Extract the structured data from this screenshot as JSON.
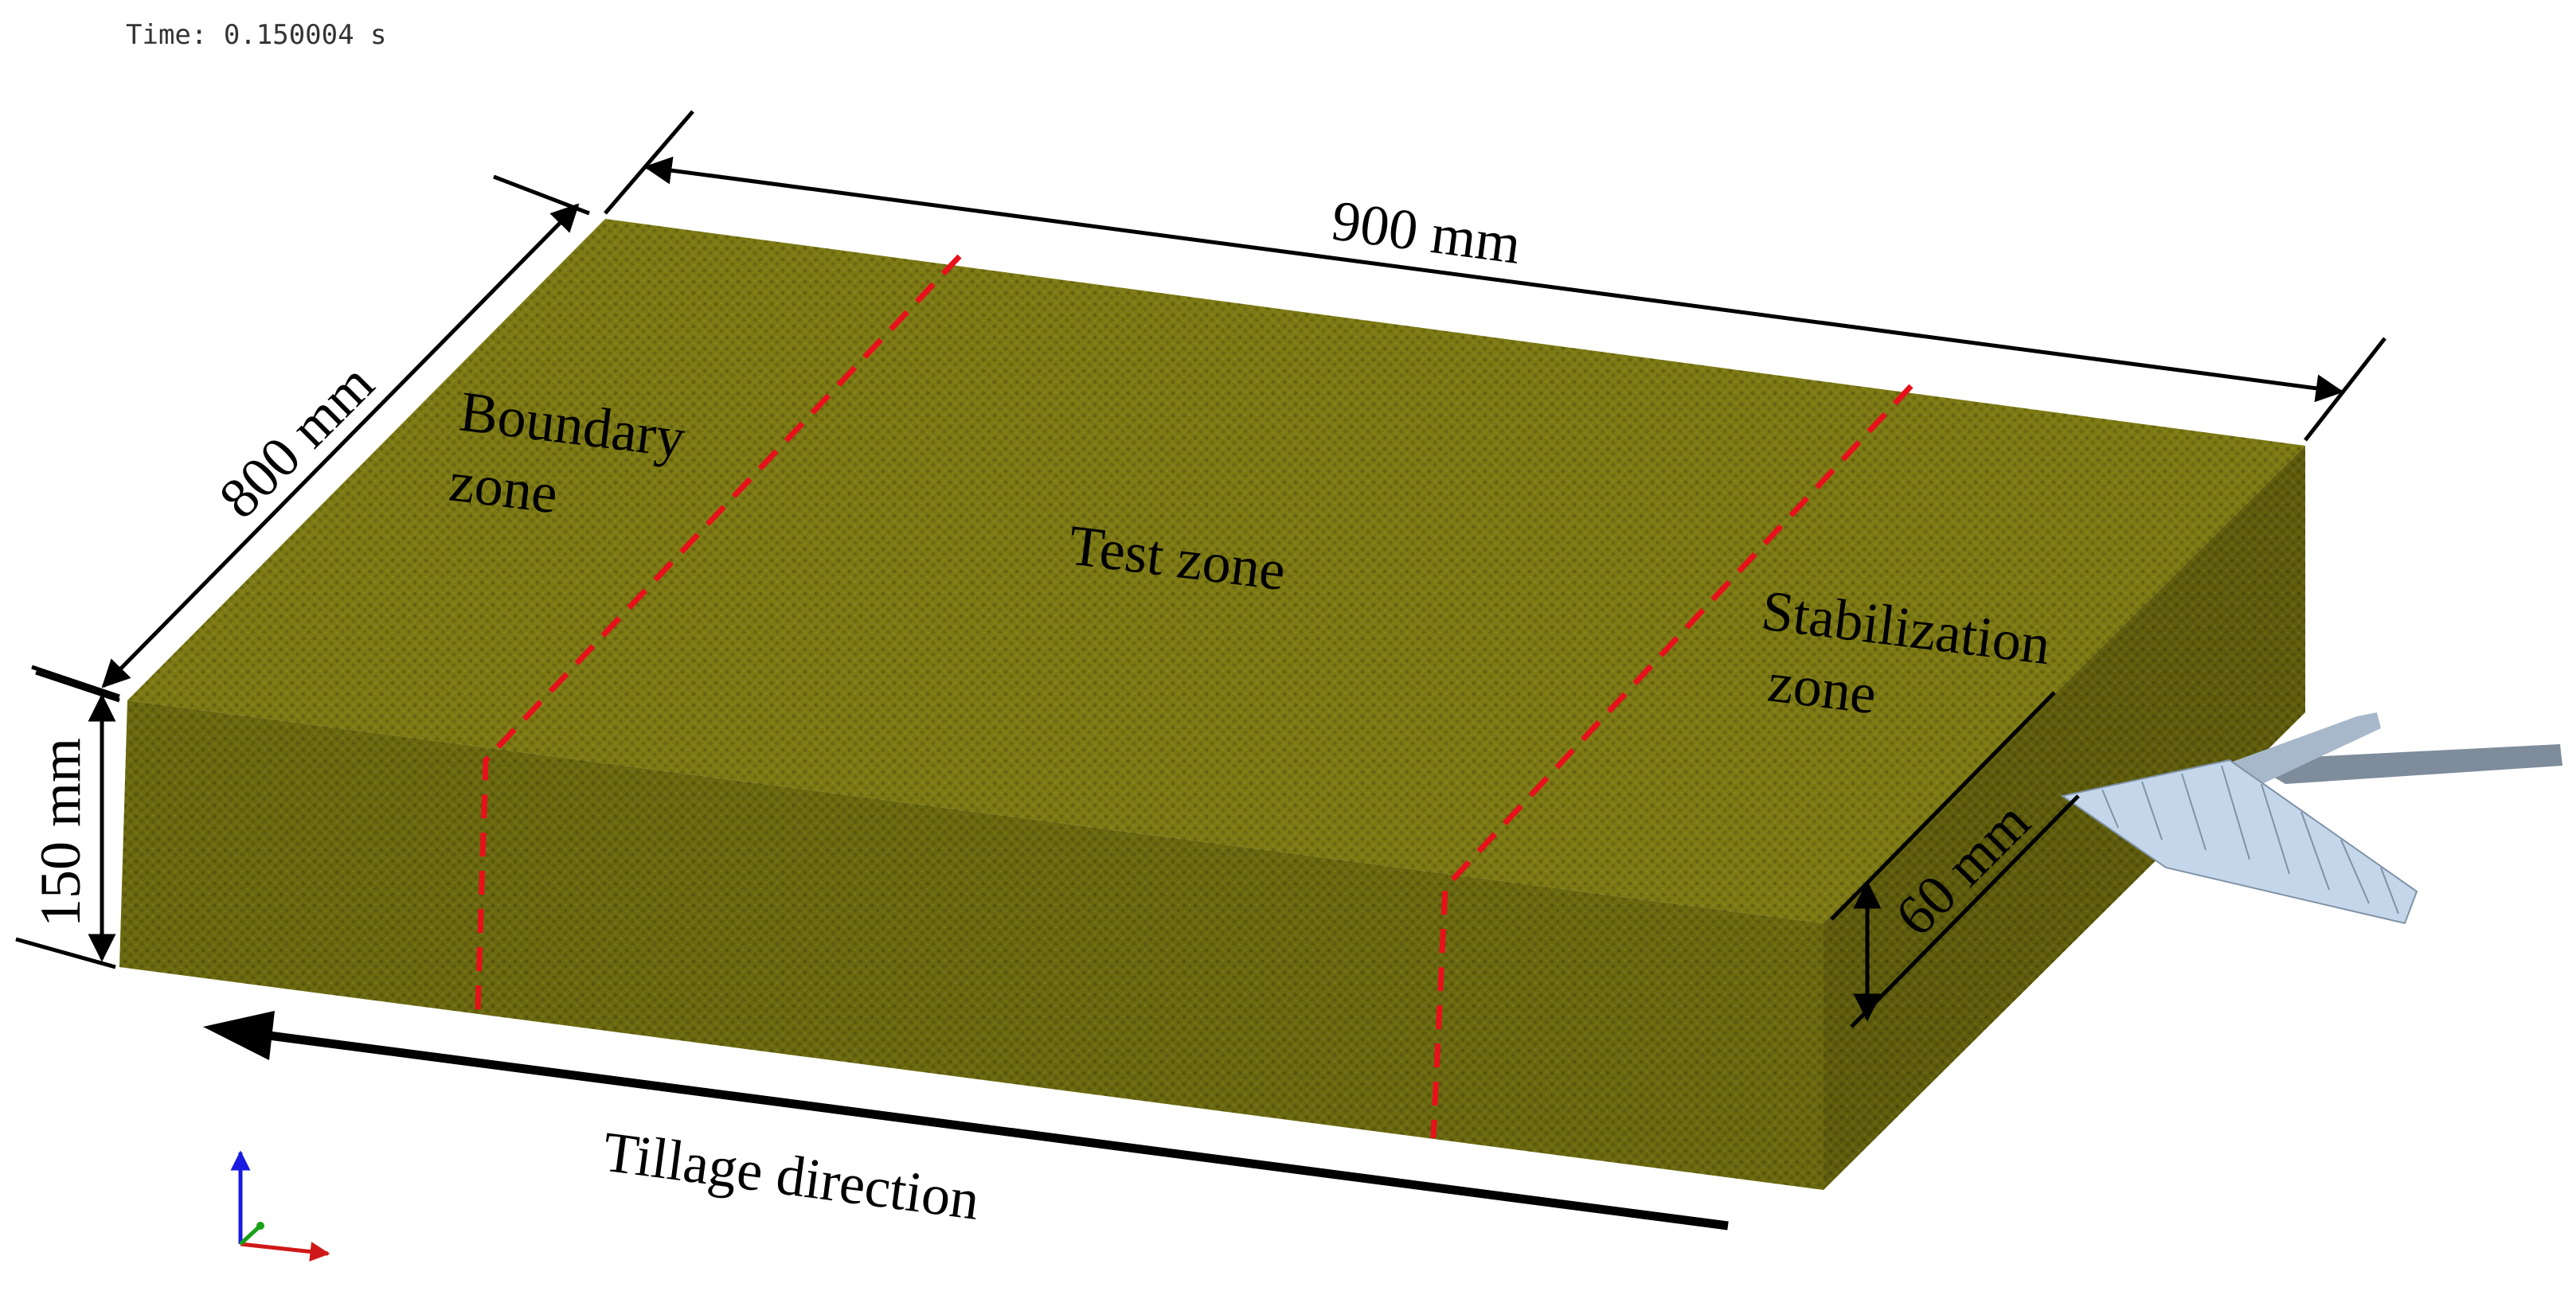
{
  "time_readout": "Time: 0.150004 s",
  "dimensions": {
    "length": "900 mm",
    "width": "800 mm",
    "height": "150 mm",
    "tool_depth": "60 mm"
  },
  "zones": {
    "boundary_line1": "Boundary",
    "boundary_line2": "zone",
    "test": "Test zone",
    "stabilization_line1": "Stabilization",
    "stabilization_line2": "zone"
  },
  "direction_label": "Tillage direction",
  "colors": {
    "soil_top": "#7d7a14",
    "soil_front": "#6b690f",
    "soil_side": "#5f5d0c",
    "zone_divider": "#e8101a",
    "tool": "#c4d6ea",
    "axis_z": "#1a1ae0",
    "axis_x": "#d01818",
    "axis_y": "#18a018"
  },
  "icons": {
    "tool": "sweep-tine-icon",
    "axes": "coordinate-axes-icon"
  }
}
